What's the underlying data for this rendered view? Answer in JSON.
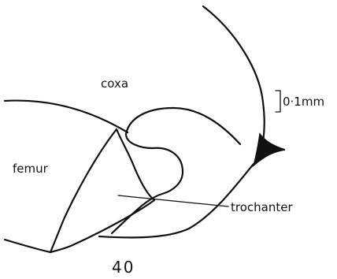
{
  "labels": {
    "coxa": "coxa",
    "femur": "femur",
    "trochanter": "trochanter",
    "scale_bar": "0·1mm",
    "figure_number": "40"
  }
}
